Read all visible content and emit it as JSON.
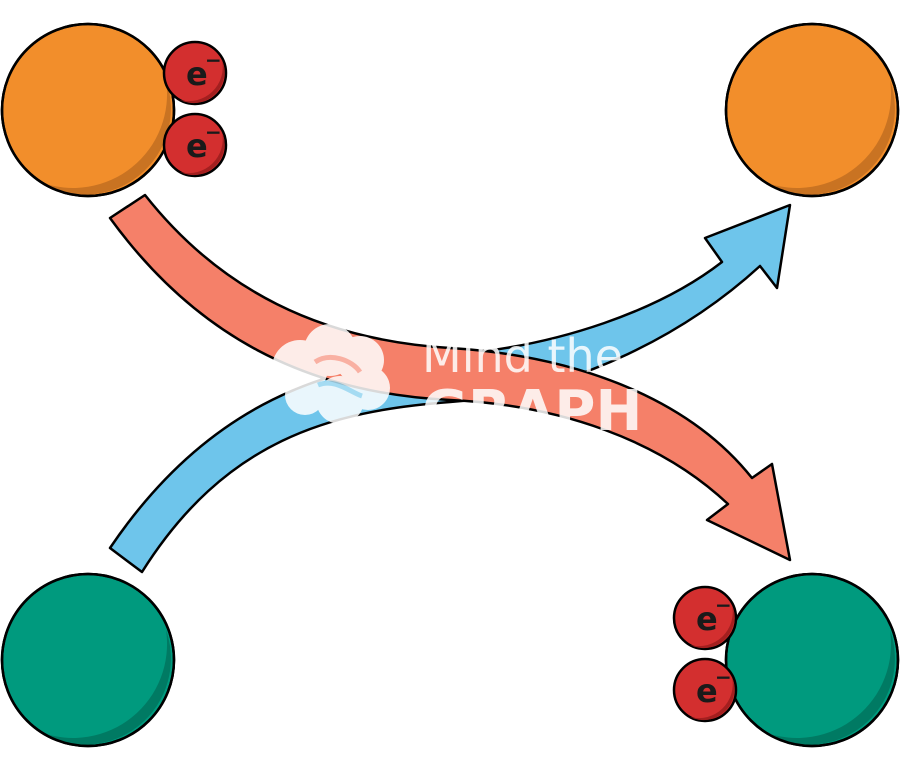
{
  "diagram": {
    "electron_label": "e",
    "electron_charge": "−"
  },
  "watermark": {
    "line1": "Mind the",
    "line2": "GRAPH"
  },
  "colors": {
    "donor_before": "#F28E2B",
    "donor_before_shade": "#C97322",
    "acceptor_before": "#009A7E",
    "acceptor_before_shade": "#007A63",
    "electron": "#D32F2F",
    "electron_shade": "#A31F1F",
    "arrow_electrons": "#F58069",
    "arrow_return": "#6EC5EB",
    "outline": "#000000"
  }
}
